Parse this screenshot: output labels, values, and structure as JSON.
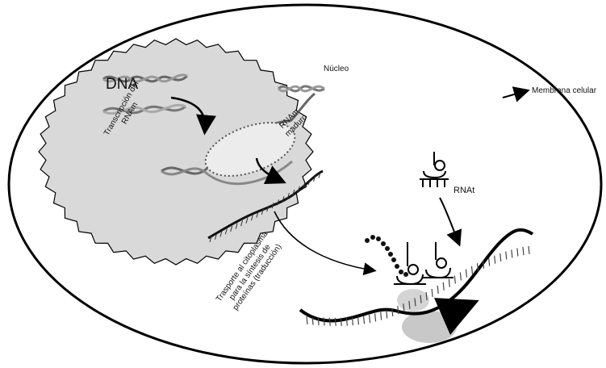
{
  "labels": {
    "dna": "DNA",
    "nucleus": "Núcleo",
    "membrane": "Membrana celular",
    "trna": "RNAt",
    "transcription_line1": "Transcripción del",
    "transcription_line2": "RNAm",
    "mature_line1": "RNAm",
    "mature_line2": "maduro",
    "transport_line1": "Trasporte al citoplasma",
    "transport_line2": "para la síntesis de",
    "transport_line3": "proteínas (traducción)"
  },
  "colors": {
    "nucleus_fill": "#d9d9d9",
    "outline": "#000000",
    "ribosome": "#c8c8c8"
  }
}
